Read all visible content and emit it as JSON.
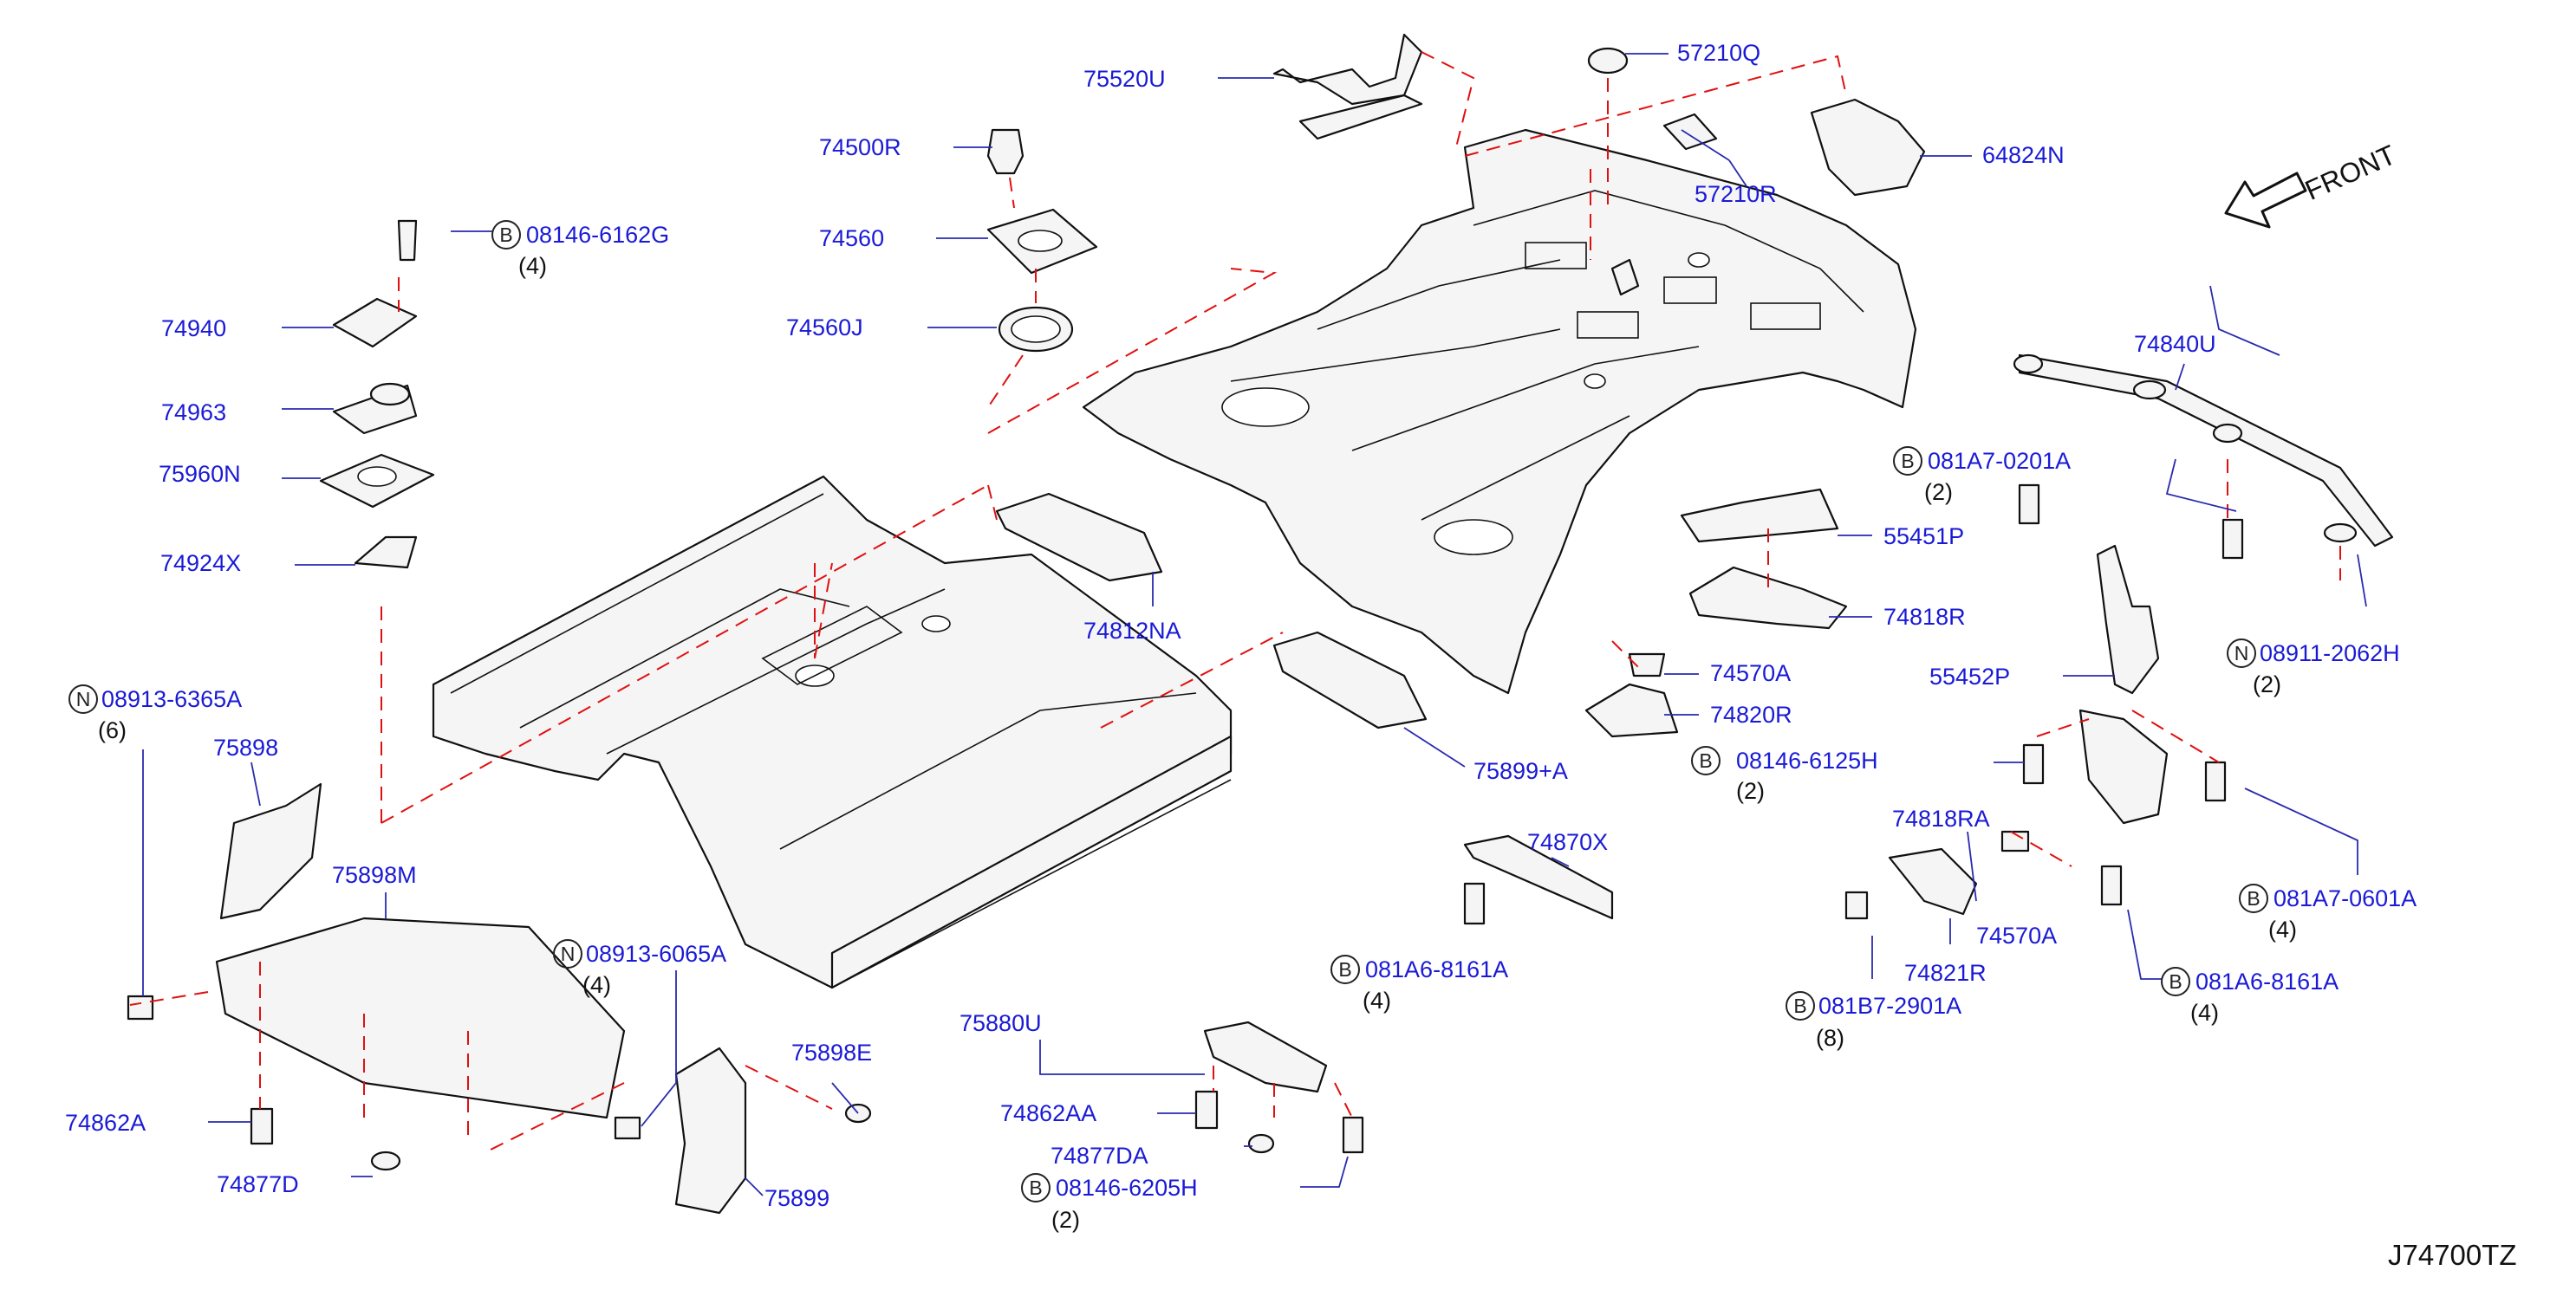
{
  "diagram_id": "J74700TZ",
  "front_label": "FRONT",
  "callouts": [
    {
      "id": "75520U",
      "label": "75520U"
    },
    {
      "id": "57210Q",
      "label": "57210Q"
    },
    {
      "id": "74500R",
      "label": "74500R"
    },
    {
      "id": "74560",
      "label": "74560"
    },
    {
      "id": "74560J",
      "label": "74560J"
    },
    {
      "id": "57210R",
      "label": "57210R"
    },
    {
      "id": "64824N",
      "label": "64824N"
    },
    {
      "id": "74940",
      "label": "74940"
    },
    {
      "id": "74963",
      "label": "74963"
    },
    {
      "id": "75960N",
      "label": "75960N"
    },
    {
      "id": "74924X",
      "label": "74924X"
    },
    {
      "id": "74840U",
      "label": "74840U"
    },
    {
      "id": "55451P",
      "label": "55451P"
    },
    {
      "id": "74818R",
      "label": "74818R"
    },
    {
      "id": "74570A_a",
      "label": "74570A"
    },
    {
      "id": "74820R",
      "label": "74820R"
    },
    {
      "id": "74812NA",
      "label": "74812NA"
    },
    {
      "id": "55452P",
      "label": "55452P"
    },
    {
      "id": "75898",
      "label": "75898"
    },
    {
      "id": "75898M",
      "label": "75898M"
    },
    {
      "id": "75899+A",
      "label": "75899+A"
    },
    {
      "id": "74870X",
      "label": "74870X"
    },
    {
      "id": "74818RA",
      "label": "74818RA"
    },
    {
      "id": "74570A_b",
      "label": "74570A"
    },
    {
      "id": "74821R",
      "label": "74821R"
    },
    {
      "id": "75898E",
      "label": "75898E"
    },
    {
      "id": "75880U",
      "label": "75880U"
    },
    {
      "id": "74862A",
      "label": "74862A"
    },
    {
      "id": "74877D",
      "label": "74877D"
    },
    {
      "id": "75899",
      "label": "75899"
    },
    {
      "id": "74862AA",
      "label": "74862AA"
    },
    {
      "id": "74877DA",
      "label": "74877DA"
    }
  ],
  "fasteners": [
    {
      "id": "f1",
      "prefix": "B",
      "part": "08146-6162G",
      "qty": "(4)"
    },
    {
      "id": "f2",
      "prefix": "B",
      "part": "081A7-0201A",
      "qty": "(2)"
    },
    {
      "id": "f3",
      "prefix": "N",
      "part": "08911-2062H",
      "qty": "(2)"
    },
    {
      "id": "f4",
      "prefix": "N",
      "part": "08913-6365A",
      "qty": "(6)"
    },
    {
      "id": "f5",
      "prefix": "B",
      "part": "08146-6125H",
      "qty": "(2)"
    },
    {
      "id": "f6",
      "prefix": "N",
      "part": "08913-6065A",
      "qty": "(4)"
    },
    {
      "id": "f7",
      "prefix": "B",
      "part": "081A7-0601A",
      "qty": "(4)"
    },
    {
      "id": "f8",
      "prefix": "B",
      "part": "081A6-8161A",
      "qty": "(4)"
    },
    {
      "id": "f9",
      "prefix": "B",
      "part": "081A6-8161A",
      "qty": "(4)"
    },
    {
      "id": "f10",
      "prefix": "B",
      "part": "081B7-2901A",
      "qty": "(8)"
    },
    {
      "id": "f11",
      "prefix": "B",
      "part": "08146-6205H",
      "qty": "(2)"
    }
  ],
  "colors": {
    "callout": "#1a1ad6",
    "dashed_guide": "#e01010",
    "outline": "#111111"
  }
}
